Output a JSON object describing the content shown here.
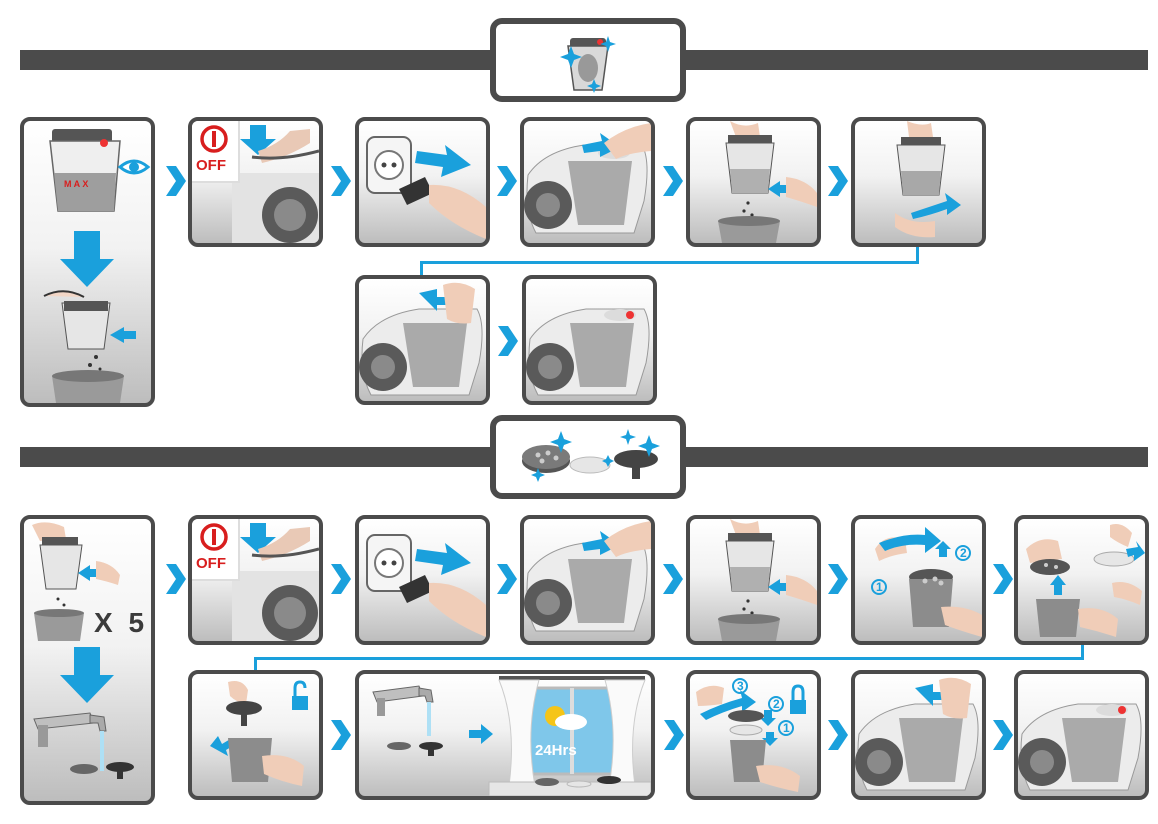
{
  "sections": [
    {
      "name": "dust-container-cleaning"
    },
    {
      "name": "filter-cleaning"
    }
  ],
  "labels": {
    "off": "OFF",
    "times": "X 5",
    "dry_time": "24Hrs",
    "step_1": "1",
    "step_2": "2",
    "step_3": "3"
  },
  "colors": {
    "accent": "#1aa0dc",
    "frame": "#4b4b4b",
    "power": "#d81e1e"
  }
}
